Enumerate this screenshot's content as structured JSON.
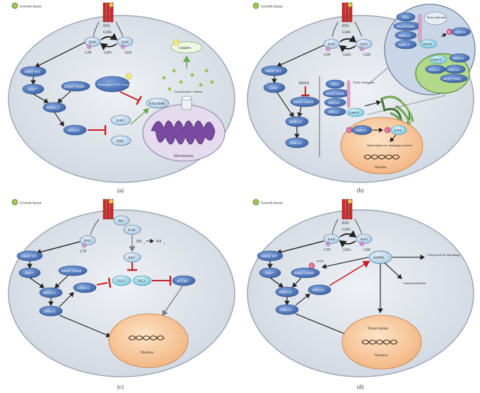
{
  "colors": {
    "cell": "#dce1e9",
    "cell_border": "#9aa6b6",
    "node_blue": "#4b73b8",
    "node_light": "#c9dff2",
    "node_cyan": "#8fd3e6",
    "nucleus": "#f6c79a",
    "mito": "#e4dcee",
    "inhibit": "#c81e24",
    "receptor": "#d02a2a",
    "growth": "#9cc45a"
  },
  "panels": {
    "a": {
      "label": "(a)",
      "growth_factor": "Growth factor",
      "rtk": "RTK",
      "gaps": "GAPs",
      "gefs": "GEFs",
      "gtp": "GTP",
      "gdp": "GDP",
      "ras": "RAS",
      "braf_wt": "BRAF WT",
      "raf": "RAF*",
      "braf_v600e": "BRAF V600E",
      "mek": "MEK1/2",
      "erk": "ERK1/2",
      "bad": "BAD",
      "bim": "BIM",
      "bcl2": "Antiapoptotic BCL-2 proteins",
      "baxbak": "BAX/BAK",
      "caspases": "Caspases",
      "cytochrome": "Cytochrome c release",
      "mitochondria": "Mitochondria"
    },
    "b": {
      "label": "(b)",
      "growth_factor": "Growth factor",
      "rtk": "RTK",
      "gaps": "GAPs",
      "gefs": "GEFs",
      "gtp": "GTP",
      "gdp": "GDP",
      "ras": "RAS",
      "braf_wt": "BRAF WT",
      "craf": "CRAF",
      "brafi": "BRAFi",
      "braf_v600e": "BRAF V600E",
      "mek": "MEK1/2",
      "erk": "ERK1/2",
      "early_endosome": "Early endosome",
      "gpr78": "GPR78",
      "p": "P",
      "atf4": "ATF4",
      "transcription": "Transcription for autophagy proteins",
      "nucleus": "Nucleus"
    },
    "c": {
      "label": "(c)",
      "growth_factor": "Growth factor",
      "ras": "RAS",
      "gtp": "GTP",
      "irs": "IRS",
      "pi3k": "PI3K",
      "pip2": "PIP",
      "pip3": "PIP",
      "akt": "AKT",
      "tsc1": "TSC1",
      "tsc2": "TSC2",
      "mtorc": "mTORC",
      "braf_wt": "BRAF WT",
      "raf": "RAF*",
      "braf_v600e": "BRAF V600E",
      "mek": "MEK1/2",
      "erk": "ERK1/2",
      "nucleus": "Nucleus"
    },
    "d": {
      "label": "(d)",
      "growth_factor": "Growth factor",
      "rtk": "RTK",
      "gaps": "GAPs",
      "gefs": "GEFs",
      "gtp": "GTP",
      "gdp": "GDP",
      "ras": "RAS",
      "braf_wt": "BRAF WT",
      "raf": "RAF*",
      "braf_v600e": "BRAF V600E",
      "s729": "S729",
      "p": "P",
      "ampk": "AMPK",
      "mek": "MEK1/2",
      "erk": "ERK1/2",
      "cell_growth": "Cell growth & autophagy",
      "lipid": "Lipid metabolism",
      "transcription": "Transcription",
      "nucleus": "Nucleus"
    }
  }
}
